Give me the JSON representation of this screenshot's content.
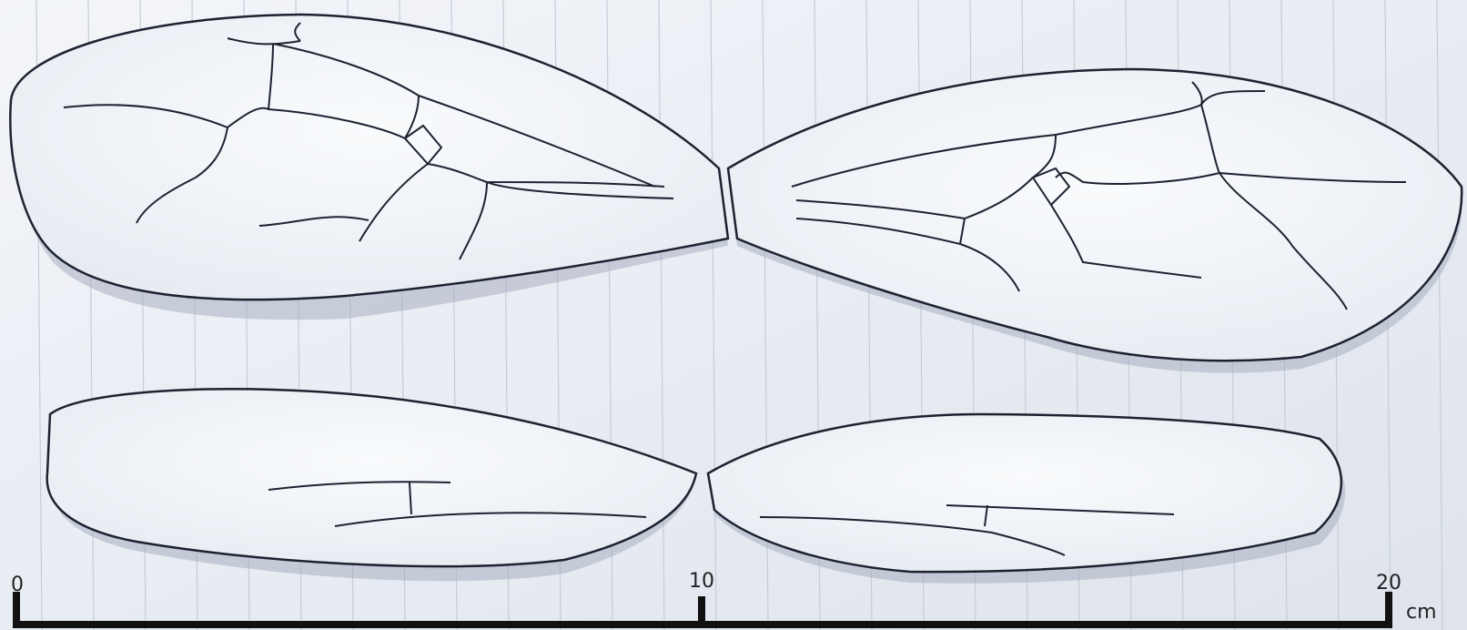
{
  "scale_bar": {
    "ticks": [
      "0",
      "10",
      "20"
    ],
    "unit": "cm"
  },
  "colors": {
    "paper": "#eef1f6",
    "ruling": "#c9d0da",
    "wing_fill": "#f4f7fb",
    "wing_shadow": "#8a93a6",
    "vein": "#1c2230",
    "scale_bar": "#111111"
  }
}
